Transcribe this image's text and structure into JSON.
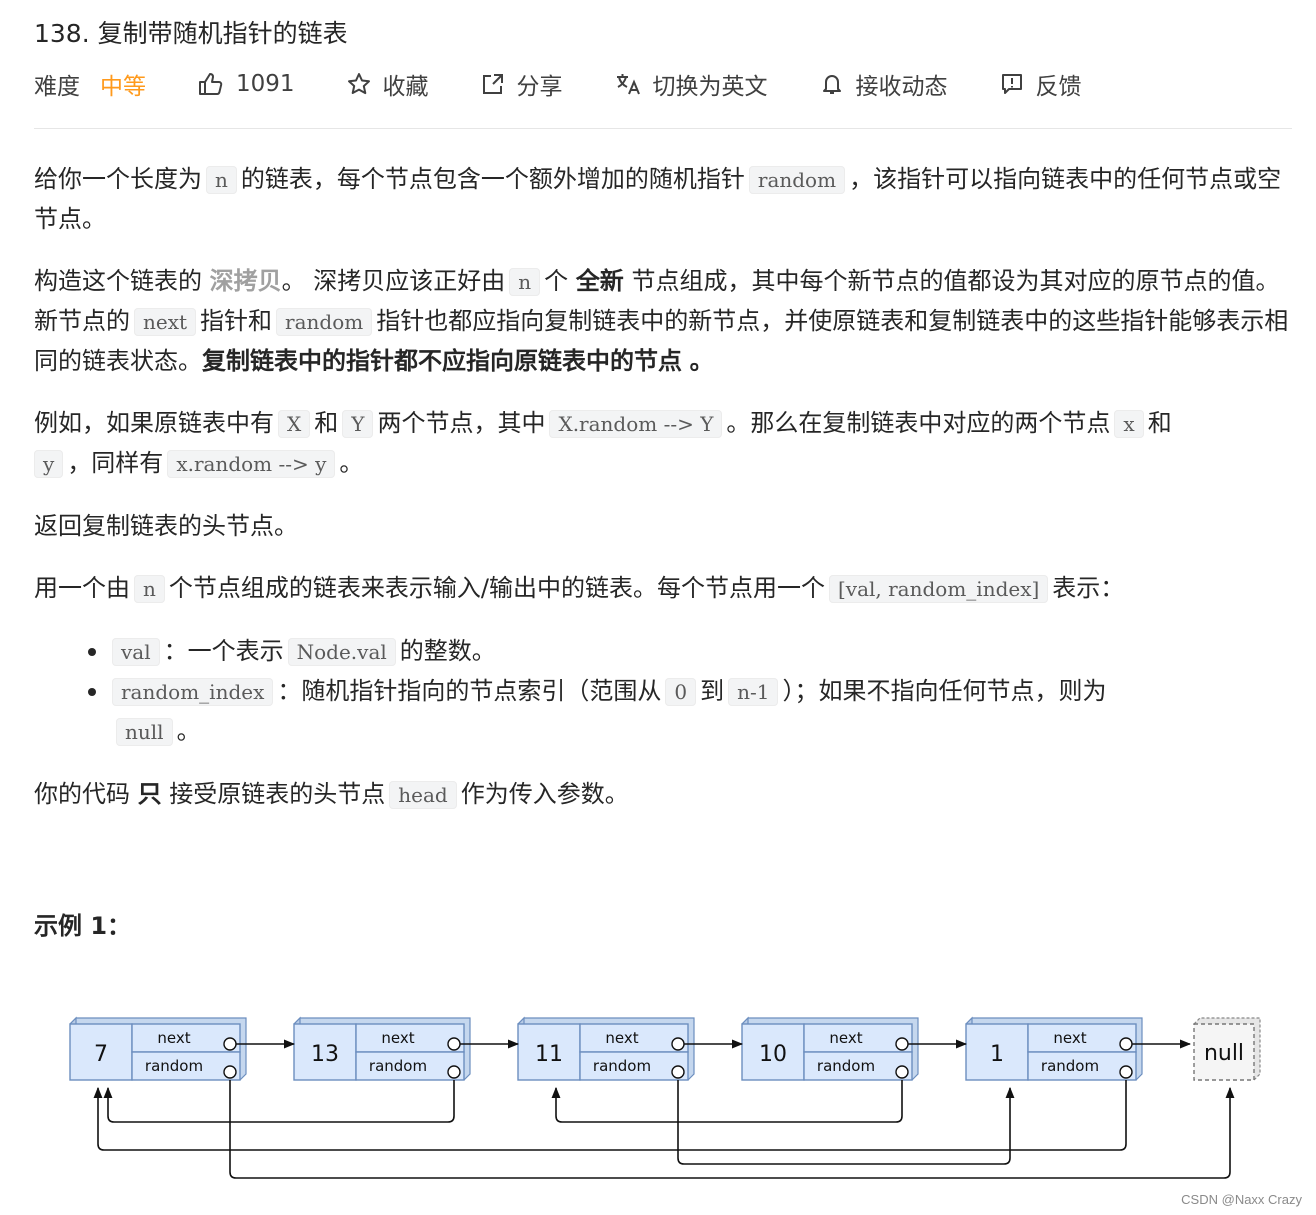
{
  "problem": {
    "title": "138. 复制带随机指针的链表",
    "difficulty_label": "难度",
    "difficulty_value": "中等",
    "likes": "1091",
    "favorite_label": "收藏",
    "share_label": "分享",
    "translate_label": "切换为英文",
    "subscribe_label": "接收动态",
    "feedback_label": "反馈"
  },
  "description": {
    "p1": [
      "给你一个长度为",
      "n",
      "的链表，每个节点包含一个额外增加的随机指针",
      "random",
      "，该指针可以指向链表中的任何节点或空节点。"
    ],
    "p2": [
      "构造这个链表的",
      "深拷贝",
      "。 深拷贝应该正好由",
      "n",
      "个",
      "全新",
      "节点组成，其中每个新节点的值都设为其对应的原节点的值。新节点的",
      "next",
      "指针和",
      "random",
      "指针也都应指向复制链表中的新节点，并使原链表和复制链表中的这些指针能够表示相同的链表状态。",
      "复制链表中的指针都不应指向原链表中的节点",
      "。"
    ],
    "p3": [
      "例如，如果原链表中有",
      "X",
      "和",
      "Y",
      "两个节点，其中",
      "X.random --> Y",
      "。那么在复制链表中对应的两个节点",
      "x",
      "和",
      "y",
      "，同样有",
      "x.random --> y",
      "。"
    ],
    "p4": "返回复制链表的头节点。",
    "p5": [
      "用一个由",
      "n",
      "个节点组成的链表来表示输入/输出中的链表。每个节点用一个",
      "[val, random_index]",
      "表示："
    ],
    "li1": [
      "val",
      "：一个表示",
      "Node.val",
      "的整数。"
    ],
    "li2": [
      "random_index",
      "：随机指针指向的节点索引（范围从",
      "0",
      "到",
      "n-1",
      "）；如果不指向任何节点，则为",
      "null",
      "。"
    ],
    "p6": [
      "你的代码",
      "只",
      "接受原链表的头节点",
      "head",
      "作为传入参数。"
    ]
  },
  "example": {
    "title": "示例 1：",
    "nodes": [
      "7",
      "13",
      "11",
      "10",
      "1"
    ],
    "next_label": "next",
    "random_label": "random",
    "null_label": "null"
  },
  "watermark": "CSDN @Naxx Crazy",
  "colors": {
    "accent_orange": "#ff9a1c",
    "node_blue": "#dae8fc",
    "node_border": "#6c8ebf"
  }
}
